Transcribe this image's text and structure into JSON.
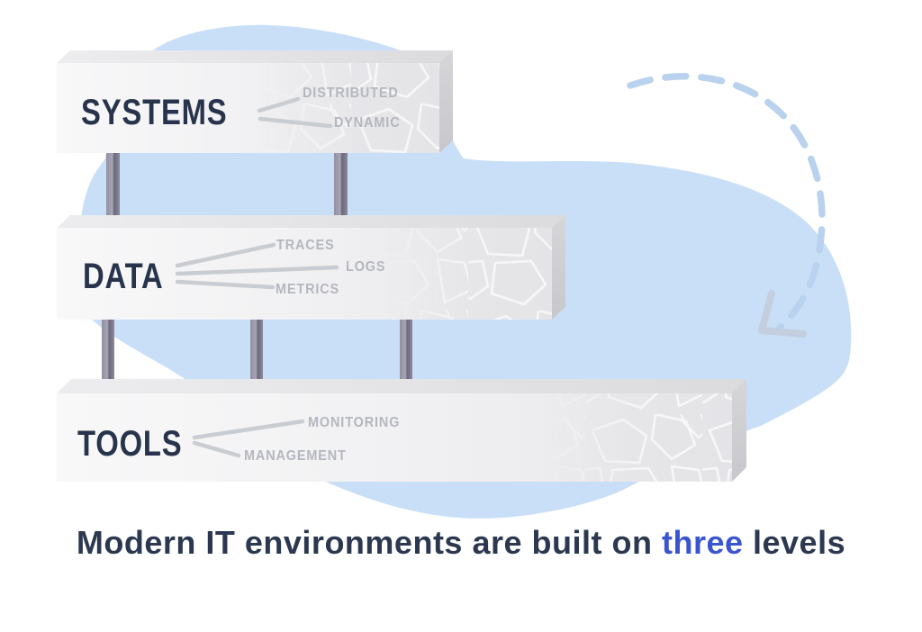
{
  "levels": [
    {
      "title": "SYSTEMS",
      "sublabels": [
        "DISTRIBUTED",
        "DYNAMIC"
      ]
    },
    {
      "title": "DATA",
      "sublabels": [
        "TRACES",
        "LOGS",
        "METRICS"
      ]
    },
    {
      "title": "TOOLS",
      "sublabels": [
        "MONITORING",
        "MANAGEMENT"
      ]
    }
  ],
  "caption": {
    "prefix": "Modern IT environments are built on ",
    "accent": "three",
    "suffix": " levels"
  },
  "colors": {
    "accent_blue": "#3a55cf",
    "heading_navy": "#2b3850",
    "title_navy": "#28344b",
    "label_gray": "#b4b7be",
    "blob_blue": "#c9dff7",
    "arrow_blue": "#b9d2ee",
    "pillar_gray": "#8f8da0",
    "bar_face_light": "#f7f7f8",
    "bar_side_gray": "#cfcfd3"
  },
  "decorations": {
    "background": "organic-blob",
    "arrow": "curved-dashed-arrow",
    "texture": "voronoi-cells"
  }
}
